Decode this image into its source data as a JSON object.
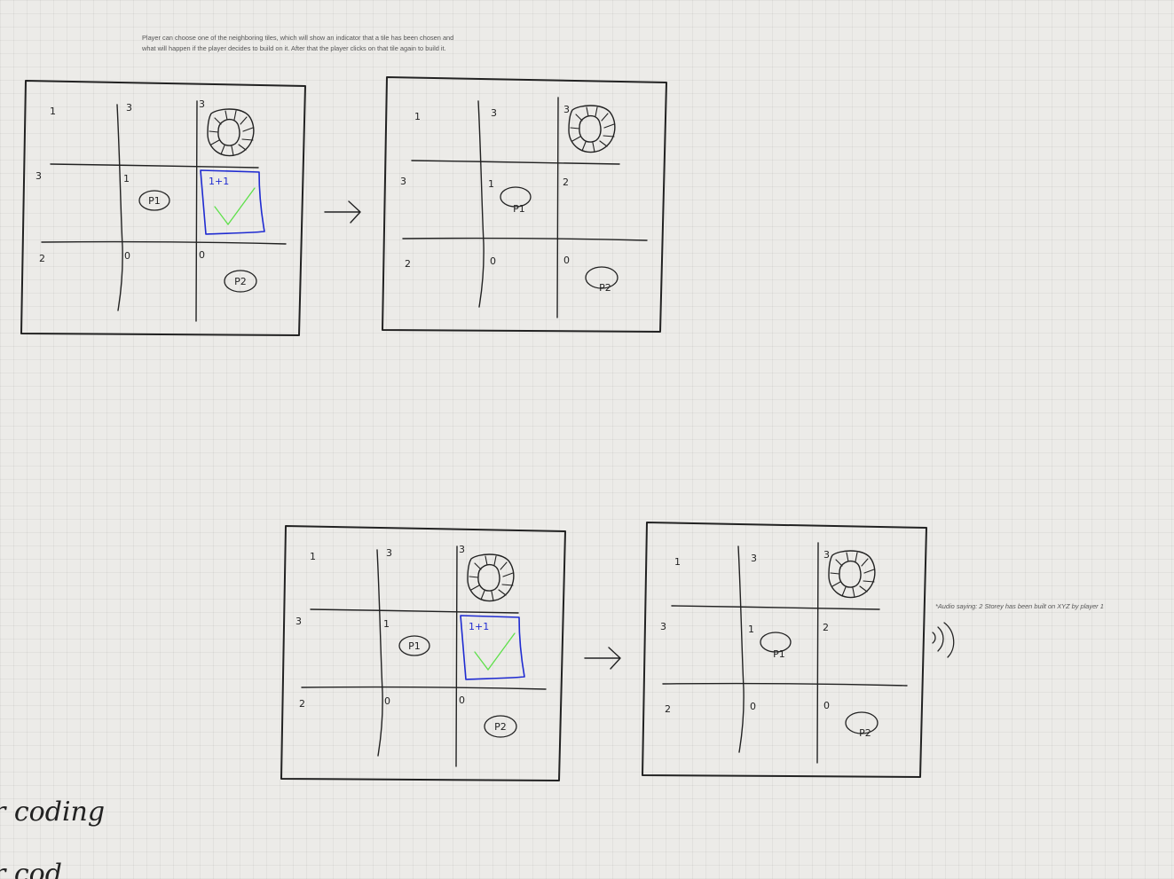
{
  "note": {
    "line1": "Player can choose one of the neighboring tiles, which will show an indicator that a tile has been chosen and",
    "line2": "what will happen if the player decides to build on it. After that the player clicks on that tile again to build it."
  },
  "audio_note": "*Audio saying: 2 Storey has been built on XYZ by player 1",
  "colors": {
    "ink": "#222222",
    "selection": "#1f2bd1",
    "check": "#5ee04a",
    "background": "#ecebe8"
  },
  "boards": [
    {
      "state": "selected",
      "tiles": [
        "1",
        "3",
        "3",
        "3",
        "1",
        "1+1",
        "2",
        "0",
        "0"
      ],
      "tokens": [
        "P1",
        "P2"
      ]
    },
    {
      "state": "built",
      "tiles": [
        "1",
        "3",
        "3",
        "3",
        "1",
        "2",
        "2",
        "0",
        "0"
      ],
      "tokens": [
        "P1",
        "P2"
      ]
    }
  ],
  "handwriting": {
    "line1": "r coding",
    "line2": "r cod."
  }
}
